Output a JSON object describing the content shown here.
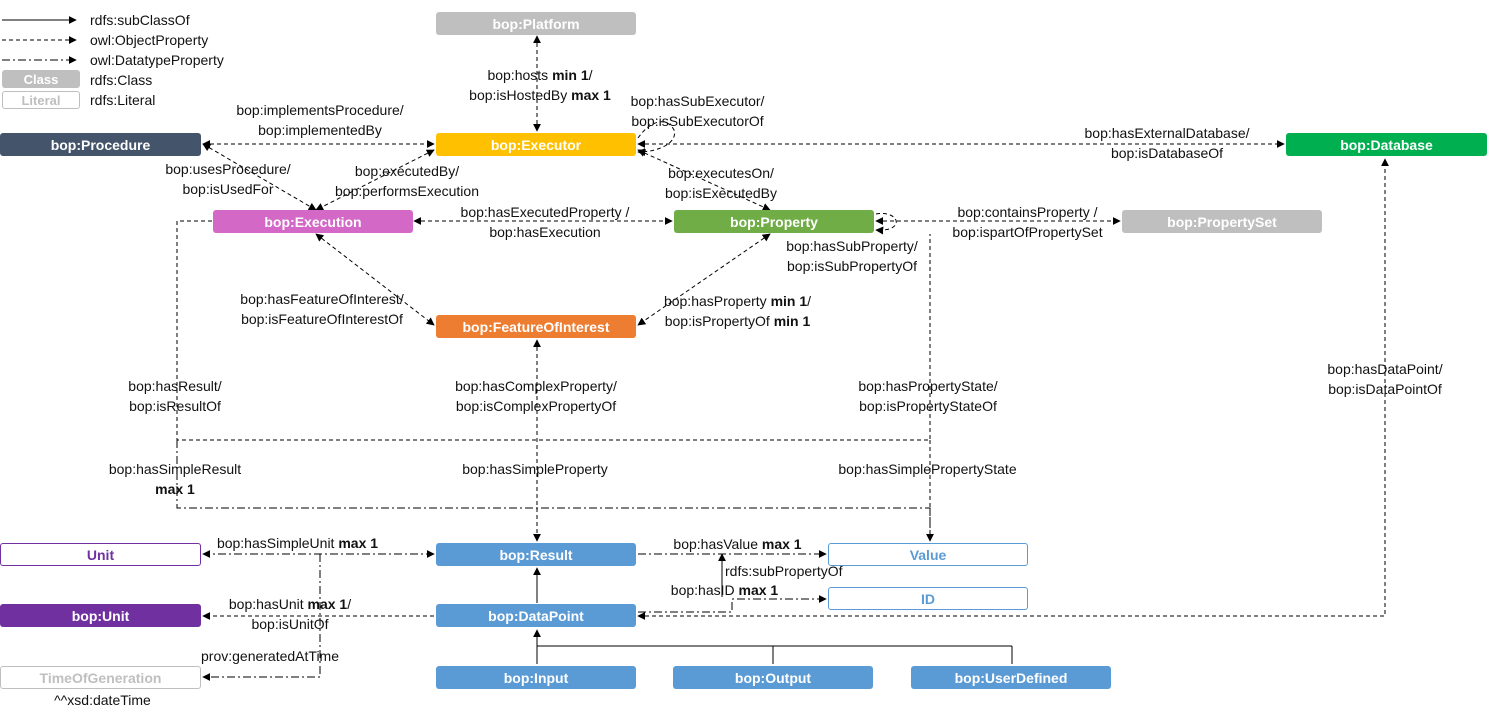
{
  "legend": {
    "subclass": "rdfs:subClassOf",
    "object_property": "owl:ObjectProperty",
    "datatype_property": "owl:DatatypeProperty",
    "class_box": "Class",
    "class_label": "rdfs:Class",
    "literal_box": "Literal",
    "literal_label": "rdfs:Literal"
  },
  "nodes": {
    "platform": "bop:Platform",
    "procedure": "bop:Procedure",
    "executor": "bop:Executor",
    "database": "bop:Database",
    "execution": "bop:Execution",
    "property": "bop:Property",
    "propertyset": "bop:PropertySet",
    "foi": "bop:FeatureOfInterest",
    "unit_literal": "Unit",
    "result": "bop:Result",
    "value": "Value",
    "unit": "bop:Unit",
    "datapoint": "bop:DataPoint",
    "id": "ID",
    "timeofgen": "TimeOfGeneration",
    "input": "bop:Input",
    "output": "bop:Output",
    "userdefined": "bop:UserDefined"
  },
  "edge_labels": {
    "hosts_1": "bop:hosts",
    "hosts_1b": "min 1",
    "hosts_1c": "/",
    "hosts_2": "bop:isHostedBy",
    "hosts_2b": "max 1",
    "implements_1": "bop:implementsProcedure/",
    "implements_2": "bop:implementedBy",
    "subexec_1": "bop:hasSubExecutor/",
    "subexec_2": "bop:isSubExecutorOf",
    "extdb_1": "bop:hasExternalDatabase/",
    "extdb_2": "bop:isDatabaseOf",
    "usesproc_1": "bop:usesProcedure/",
    "usesproc_2": "bop:isUsedFor",
    "executedby_1": "bop:executedBy/",
    "executedby_2": "bop:performsExecution",
    "executeson_1": "bop:executesOn/",
    "executeson_2": "bop:isExecutedBy",
    "hasexecprop_1": "bop:hasExecutedProperty /",
    "hasexecprop_2": "bop:hasExecution",
    "containsprop_1": "bop:containsProperty /",
    "containsprop_2": "bop:ispartOfPropertySet",
    "subprop_1": "bop:hasSubProperty/",
    "subprop_2": "bop:isSubPropertyOf",
    "foi_1": "bop:hasFeatureOfInterest/",
    "foi_2": "bop:isFeatureOfInterestOf",
    "hasprop_1": "bop:hasProperty",
    "hasprop_1b": "min 1",
    "hasprop_1c": "/",
    "hasprop_2": "bop:isPropertyOf",
    "hasprop_2b": "min 1",
    "hasresult_1": "bop:hasResult/",
    "hasresult_2": "bop:isResultOf",
    "complexprop_1": "bop:hasComplexProperty/",
    "complexprop_2": "bop:isComplexPropertyOf",
    "propstate_1": "bop:hasPropertyState/",
    "propstate_2": "bop:isPropertyStateOf",
    "datapoint_1": "bop:hasDataPoint/",
    "datapoint_2": "bop:isDataPointOf",
    "simpleresult_1": "bop:hasSimpleResult",
    "simpleresult_2": "max 1",
    "simpleproperty": "bop:hasSimpleProperty",
    "simplepropstate": "bop:hasSimplePropertyState",
    "simpleunit_1": "bop:hasSimpleUnit",
    "simpleunit_1b": "max 1",
    "hasvalue_1": "bop:hasValue",
    "hasvalue_1b": "max 1",
    "subpropertyof": "rdfs:subPropertyOf",
    "hasid_1": "bop:hasID",
    "hasid_1b": "max 1",
    "hasunit_1": "bop:hasUnit",
    "hasunit_1b": "max 1",
    "hasunit_1c": "/",
    "hasunit_2": "bop:isUnitOf",
    "generated": "prov:generatedAtTime",
    "datetime": "^^xsd:dateTime"
  },
  "colors": {
    "gray": "#bfbfbf",
    "navy": "#44546a",
    "yellow": "#ffc000",
    "green_db": "#00b050",
    "pink": "#d468c6",
    "green_prop": "#70ad47",
    "orange": "#ed7d31",
    "blue": "#5b9bd5",
    "purple": "#7030a0"
  }
}
